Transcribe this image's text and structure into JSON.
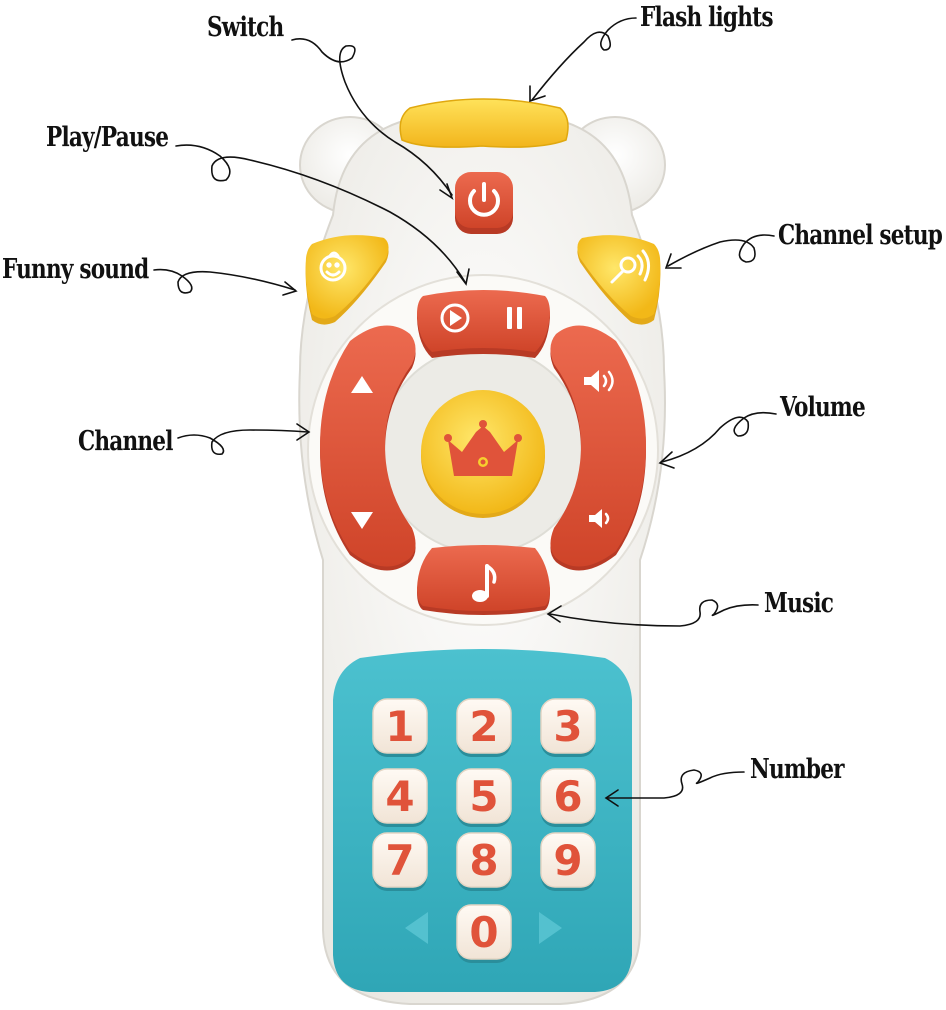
{
  "labels": {
    "switch": "Switch",
    "flash_lights": "Flash lights",
    "play_pause": "Play/Pause",
    "funny_sound": "Funny sound",
    "channel_setup": "Channel setup",
    "channel": "Channel",
    "volume": "Volume",
    "music": "Music",
    "number": "Number"
  },
  "keypad": {
    "keys": [
      "1",
      "2",
      "3",
      "4",
      "5",
      "6",
      "7",
      "8",
      "9",
      "0"
    ]
  },
  "colors": {
    "body": "#f6f5f1",
    "red": "#e0533a",
    "yellow": "#f7cf2e",
    "teal": "#3bb4c3",
    "key_face": "#fbf4ec",
    "key_text": "#e0533a",
    "ink": "#111111"
  },
  "icons": {
    "power_button": "power-icon",
    "play_button": "play-icon",
    "pause_button": "pause-icon",
    "funny_sound_button": "baby-face-icon",
    "channel_setup_button": "microphone-icon",
    "channel_up": "triangle-up-icon",
    "channel_down": "triangle-down-icon",
    "volume_up": "speaker-loud-icon",
    "volume_down": "speaker-quiet-icon",
    "center_button": "crown-icon",
    "music_button": "music-note-icon"
  }
}
